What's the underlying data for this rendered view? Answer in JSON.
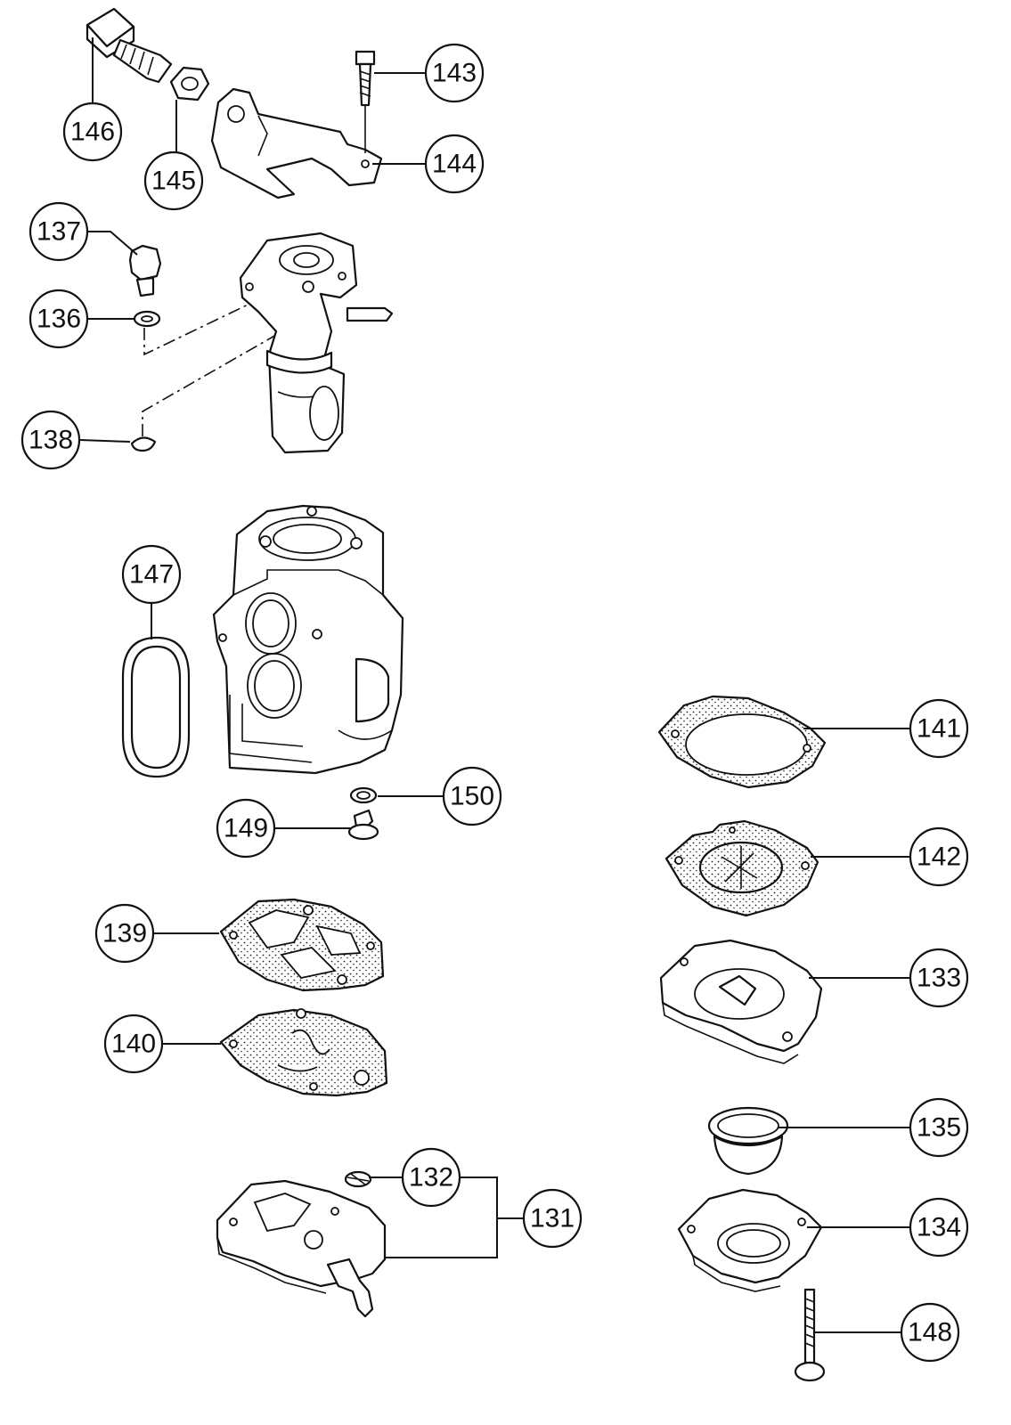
{
  "diagram": {
    "callouts": [
      {
        "id": "146",
        "label": "146"
      },
      {
        "id": "145",
        "label": "145"
      },
      {
        "id": "143",
        "label": "143"
      },
      {
        "id": "144",
        "label": "144"
      },
      {
        "id": "137",
        "label": "137"
      },
      {
        "id": "136",
        "label": "136"
      },
      {
        "id": "138",
        "label": "138"
      },
      {
        "id": "147",
        "label": "147"
      },
      {
        "id": "141",
        "label": "141"
      },
      {
        "id": "150",
        "label": "150"
      },
      {
        "id": "149",
        "label": "149"
      },
      {
        "id": "142",
        "label": "142"
      },
      {
        "id": "139",
        "label": "139"
      },
      {
        "id": "133",
        "label": "133"
      },
      {
        "id": "140",
        "label": "140"
      },
      {
        "id": "135",
        "label": "135"
      },
      {
        "id": "132",
        "label": "132"
      },
      {
        "id": "131",
        "label": "131"
      },
      {
        "id": "134",
        "label": "134"
      },
      {
        "id": "148",
        "label": "148"
      }
    ]
  }
}
